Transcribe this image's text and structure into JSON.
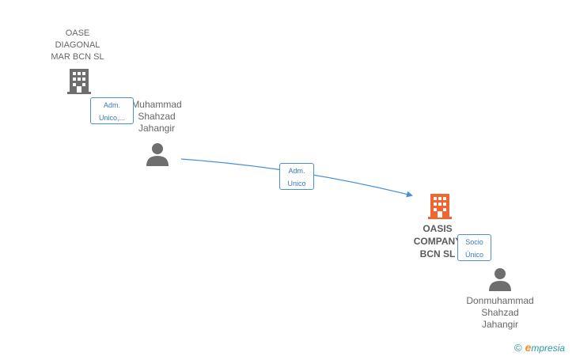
{
  "nodes": {
    "company_top": {
      "label": "OASE\nDIAGONAL\nMAR BCN SL"
    },
    "person_top": {
      "label": "Muhammad\nShahzad\nJahangir"
    },
    "company_main": {
      "label": "OASIS\nCOMPANY\nBCN SL"
    },
    "person_bottom": {
      "label": "Donmuhammad\nShahzad\nJahangir"
    }
  },
  "badges": {
    "top": "Adm.\nUnico,...",
    "middle": "Adm.\nUnico",
    "right": "Socio\nÚnico"
  },
  "footer": {
    "copyright": "©",
    "brand_initial": "e",
    "brand_rest": "mpresia"
  },
  "colors": {
    "building_gray": "#6e6e6e",
    "building_orange": "#f26530",
    "person_gray": "#6e6e6e",
    "edge_blue": "#4a90d9"
  }
}
